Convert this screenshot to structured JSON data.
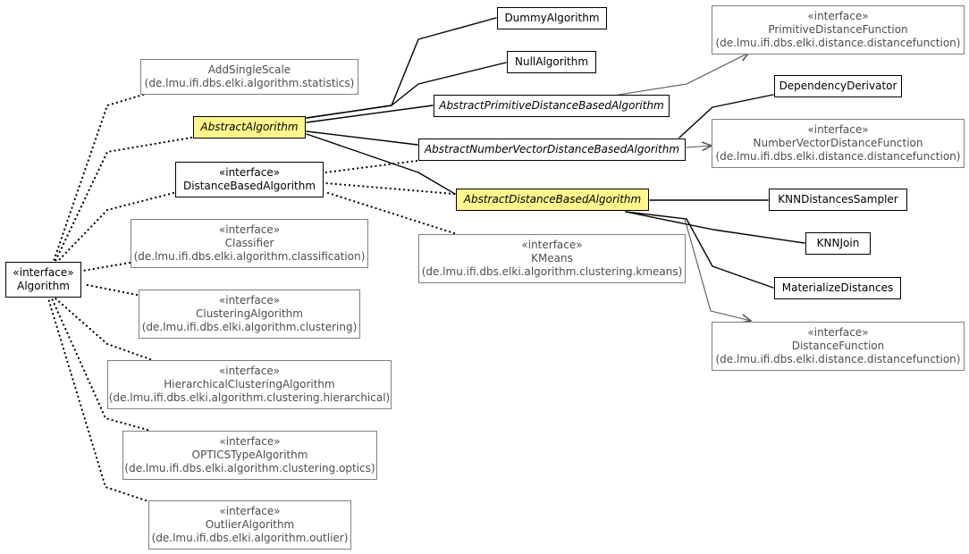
{
  "diagram": {
    "nodes": [
      {
        "id": "algorithm",
        "stereotype": "«interface»",
        "name": "Algorithm",
        "package": "",
        "style": "solid",
        "abstract": false
      },
      {
        "id": "add-single-scale",
        "stereotype": "",
        "name": "AddSingleScale",
        "package": "(de.lmu.ifi.dbs.elki.algorithm.statistics)",
        "style": "ext",
        "abstract": false
      },
      {
        "id": "abstract-algorithm",
        "stereotype": "",
        "name": "AbstractAlgorithm",
        "package": "",
        "style": "hl",
        "abstract": true
      },
      {
        "id": "distance-based-algorithm",
        "stereotype": "«interface»",
        "name": "DistanceBasedAlgorithm",
        "package": "",
        "style": "solid",
        "abstract": false
      },
      {
        "id": "classifier",
        "stereotype": "«interface»",
        "name": "Classifier",
        "package": "(de.lmu.ifi.dbs.elki.algorithm.classification)",
        "style": "ext",
        "abstract": false
      },
      {
        "id": "clustering-algorithm",
        "stereotype": "«interface»",
        "name": "ClusteringAlgorithm",
        "package": "(de.lmu.ifi.dbs.elki.algorithm.clustering)",
        "style": "ext",
        "abstract": false
      },
      {
        "id": "hierarchical-clustering-algorithm",
        "stereotype": "«interface»",
        "name": "HierarchicalClusteringAlgorithm",
        "package": "(de.lmu.ifi.dbs.elki.algorithm.clustering.hierarchical)",
        "style": "ext",
        "abstract": false
      },
      {
        "id": "optics-type-algorithm",
        "stereotype": "«interface»",
        "name": "OPTICSTypeAlgorithm",
        "package": "(de.lmu.ifi.dbs.elki.algorithm.clustering.optics)",
        "style": "ext",
        "abstract": false
      },
      {
        "id": "outlier-algorithm",
        "stereotype": "«interface»",
        "name": "OutlierAlgorithm",
        "package": "(de.lmu.ifi.dbs.elki.algorithm.outlier)",
        "style": "ext",
        "abstract": false
      },
      {
        "id": "dummy-algorithm",
        "stereotype": "",
        "name": "DummyAlgorithm",
        "package": "",
        "style": "solid",
        "abstract": false
      },
      {
        "id": "null-algorithm",
        "stereotype": "",
        "name": "NullAlgorithm",
        "package": "",
        "style": "solid",
        "abstract": false
      },
      {
        "id": "abstract-primitive-distance-based-algorithm",
        "stereotype": "",
        "name": "AbstractPrimitiveDistanceBasedAlgorithm",
        "package": "",
        "style": "solid",
        "abstract": true
      },
      {
        "id": "abstract-number-vector-distance-based-algorithm",
        "stereotype": "",
        "name": "AbstractNumberVectorDistanceBasedAlgorithm",
        "package": "",
        "style": "solid",
        "abstract": true
      },
      {
        "id": "abstract-distance-based-algorithm",
        "stereotype": "",
        "name": "AbstractDistanceBasedAlgorithm",
        "package": "",
        "style": "hl",
        "abstract": true
      },
      {
        "id": "kmeans",
        "stereotype": "«interface»",
        "name": "KMeans",
        "package": "(de.lmu.ifi.dbs.elki.algorithm.clustering.kmeans)",
        "style": "ext",
        "abstract": false
      },
      {
        "id": "primitive-distance-function",
        "stereotype": "«interface»",
        "name": "PrimitiveDistanceFunction",
        "package": "(de.lmu.ifi.dbs.elki.distance.distancefunction)",
        "style": "ext",
        "abstract": false
      },
      {
        "id": "dependency-derivator",
        "stereotype": "",
        "name": "DependencyDerivator",
        "package": "",
        "style": "solid",
        "abstract": false
      },
      {
        "id": "number-vector-distance-function",
        "stereotype": "«interface»",
        "name": "NumberVectorDistanceFunction",
        "package": "(de.lmu.ifi.dbs.elki.distance.distancefunction)",
        "style": "ext",
        "abstract": false
      },
      {
        "id": "knn-distances-sampler",
        "stereotype": "",
        "name": "KNNDistancesSampler",
        "package": "",
        "style": "solid",
        "abstract": false
      },
      {
        "id": "knn-join",
        "stereotype": "",
        "name": "KNNJoin",
        "package": "",
        "style": "solid",
        "abstract": false
      },
      {
        "id": "materialize-distances",
        "stereotype": "",
        "name": "MaterializeDistances",
        "package": "",
        "style": "solid",
        "abstract": false
      },
      {
        "id": "distance-function",
        "stereotype": "«interface»",
        "name": "DistanceFunction",
        "package": "(de.lmu.ifi.dbs.elki.distance.distancefunction)",
        "style": "ext",
        "abstract": false
      }
    ],
    "edges": [
      {
        "kind": "realization",
        "from": "add-single-scale",
        "to": "algorithm"
      },
      {
        "kind": "realization",
        "from": "abstract-algorithm",
        "to": "algorithm"
      },
      {
        "kind": "realization",
        "from": "distance-based-algorithm",
        "to": "algorithm"
      },
      {
        "kind": "realization",
        "from": "classifier",
        "to": "algorithm"
      },
      {
        "kind": "realization",
        "from": "clustering-algorithm",
        "to": "algorithm"
      },
      {
        "kind": "realization",
        "from": "hierarchical-clustering-algorithm",
        "to": "algorithm"
      },
      {
        "kind": "realization",
        "from": "optics-type-algorithm",
        "to": "algorithm"
      },
      {
        "kind": "realization",
        "from": "outlier-algorithm",
        "to": "algorithm"
      },
      {
        "kind": "realization",
        "from": "abstract-number-vector-distance-based-algorithm",
        "to": "distance-based-algorithm"
      },
      {
        "kind": "realization",
        "from": "abstract-distance-based-algorithm",
        "to": "distance-based-algorithm"
      },
      {
        "kind": "realization",
        "from": "kmeans",
        "to": "distance-based-algorithm"
      },
      {
        "kind": "generalization",
        "from": "dummy-algorithm",
        "to": "abstract-algorithm"
      },
      {
        "kind": "generalization",
        "from": "null-algorithm",
        "to": "abstract-algorithm"
      },
      {
        "kind": "generalization",
        "from": "abstract-primitive-distance-based-algorithm",
        "to": "abstract-algorithm"
      },
      {
        "kind": "generalization",
        "from": "abstract-number-vector-distance-based-algorithm",
        "to": "abstract-algorithm"
      },
      {
        "kind": "generalization",
        "from": "abstract-distance-based-algorithm",
        "to": "abstract-algorithm"
      },
      {
        "kind": "generalization",
        "from": "dependency-derivator",
        "to": "abstract-number-vector-distance-based-algorithm"
      },
      {
        "kind": "generalization",
        "from": "knn-distances-sampler",
        "to": "abstract-distance-based-algorithm"
      },
      {
        "kind": "generalization",
        "from": "knn-join",
        "to": "abstract-distance-based-algorithm"
      },
      {
        "kind": "generalization",
        "from": "materialize-distances",
        "to": "abstract-distance-based-algorithm"
      },
      {
        "kind": "association",
        "from": "abstract-primitive-distance-based-algorithm",
        "to": "primitive-distance-function"
      },
      {
        "kind": "association",
        "from": "abstract-number-vector-distance-based-algorithm",
        "to": "number-vector-distance-function"
      },
      {
        "kind": "association",
        "from": "abstract-distance-based-algorithm",
        "to": "distance-function"
      }
    ]
  }
}
